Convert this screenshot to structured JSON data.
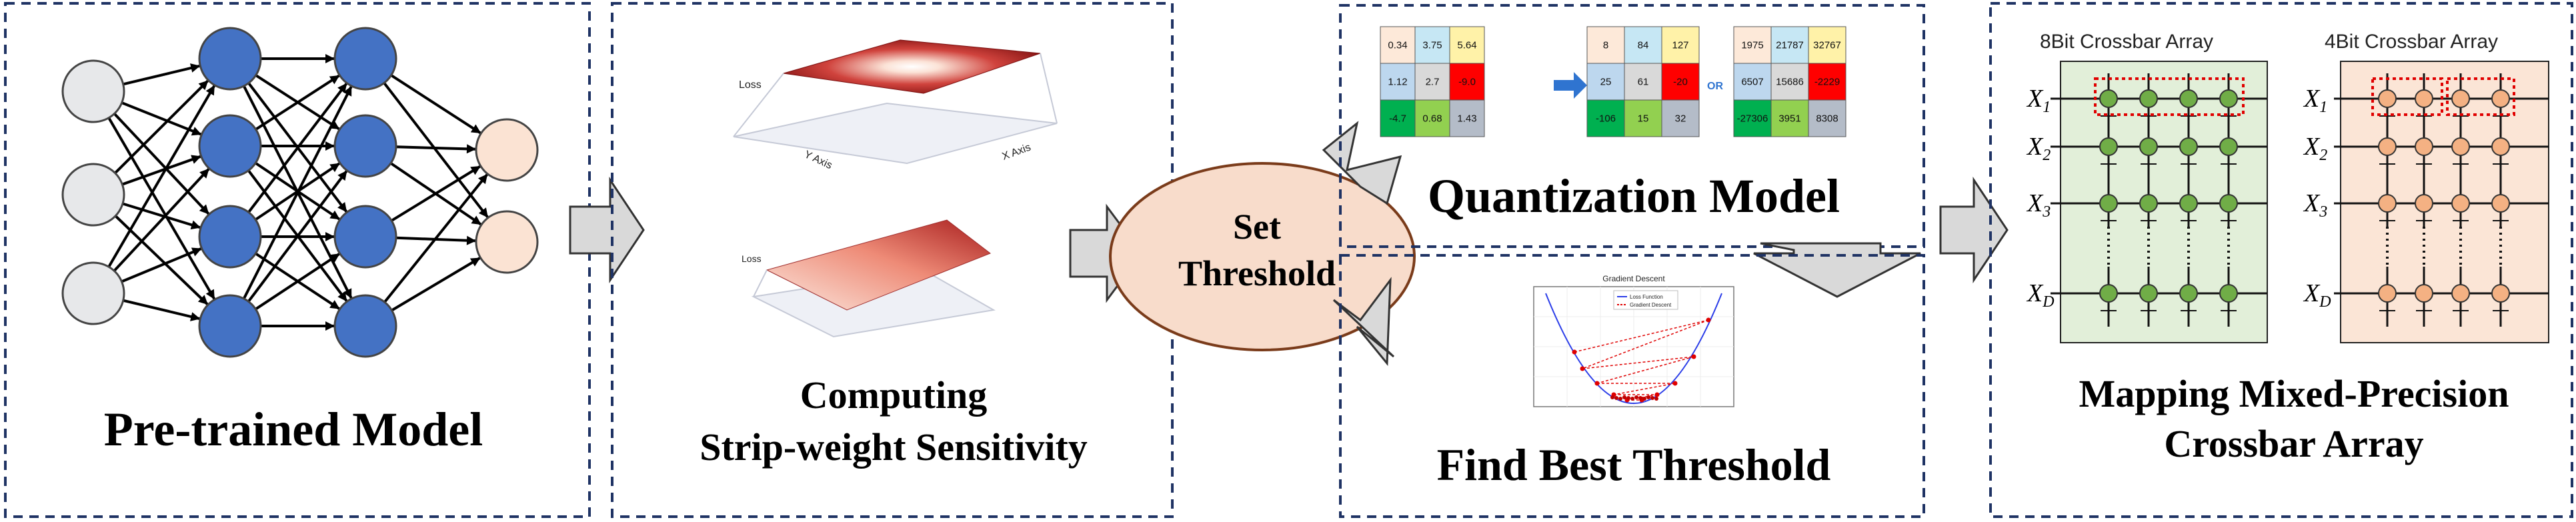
{
  "colors": {
    "panel_border": "#1f3364",
    "neuron_blue": "#4472c4",
    "neuron_gray": "#e7e8ea",
    "neuron_peach": "#fbe3d3",
    "arrow_gray": "#d9d9d9",
    "threshold_fill": "#f8dccb",
    "threshold_border": "#7a3b1a",
    "crossbar_green_bg": "#e2efd9",
    "crossbar_peach_bg": "#fbe5d6",
    "node_green": "#70ad47",
    "node_peach": "#f4b183",
    "dotted_red": "#e00000"
  },
  "panels": {
    "pretrained": {
      "title": "Pre-trained Model"
    },
    "sensitivity": {
      "title_line1": "Computing",
      "title_line2": "Strip-weight Sensitivity",
      "plot_top": {
        "z_label": "Loss",
        "y_label": "Y Axis",
        "x_label": "X Axis"
      },
      "plot_bottom": {
        "z_label": "Loss"
      }
    },
    "threshold": {
      "line1": "Set",
      "line2": "Threshold"
    },
    "quantization": {
      "title": "Quantization Model",
      "or_label": "OR",
      "matrix_float": [
        [
          "0.34",
          "3.75",
          "5.64"
        ],
        [
          "1.12",
          "2.7",
          "-9.0"
        ],
        [
          "-4.7",
          "0.68",
          "1.43"
        ]
      ],
      "matrix_4bit": [
        [
          "8",
          "84",
          "127"
        ],
        [
          "25",
          "61",
          "-20"
        ],
        [
          "-106",
          "15",
          "32"
        ]
      ],
      "matrix_8bit": [
        [
          "1975",
          "21787",
          "32767"
        ],
        [
          "6507",
          "15686",
          "-2229"
        ],
        [
          "-27306",
          "3951",
          "8308"
        ]
      ]
    },
    "find_best": {
      "title": "Find Best Threshold",
      "plot": {
        "title": "Gradient Descent",
        "legend": [
          "Loss Function",
          "Gradient Descent"
        ]
      }
    },
    "mapping": {
      "title_line1": "Mapping Mixed-Precision",
      "title_line2": "Crossbar Array",
      "array8_label": "8Bit Crossbar Array",
      "array4_label": "4Bit Crossbar Array",
      "row_labels": [
        "X",
        "X",
        "X",
        "X"
      ],
      "row_subs": [
        "1",
        "2",
        "3",
        "D"
      ]
    }
  }
}
